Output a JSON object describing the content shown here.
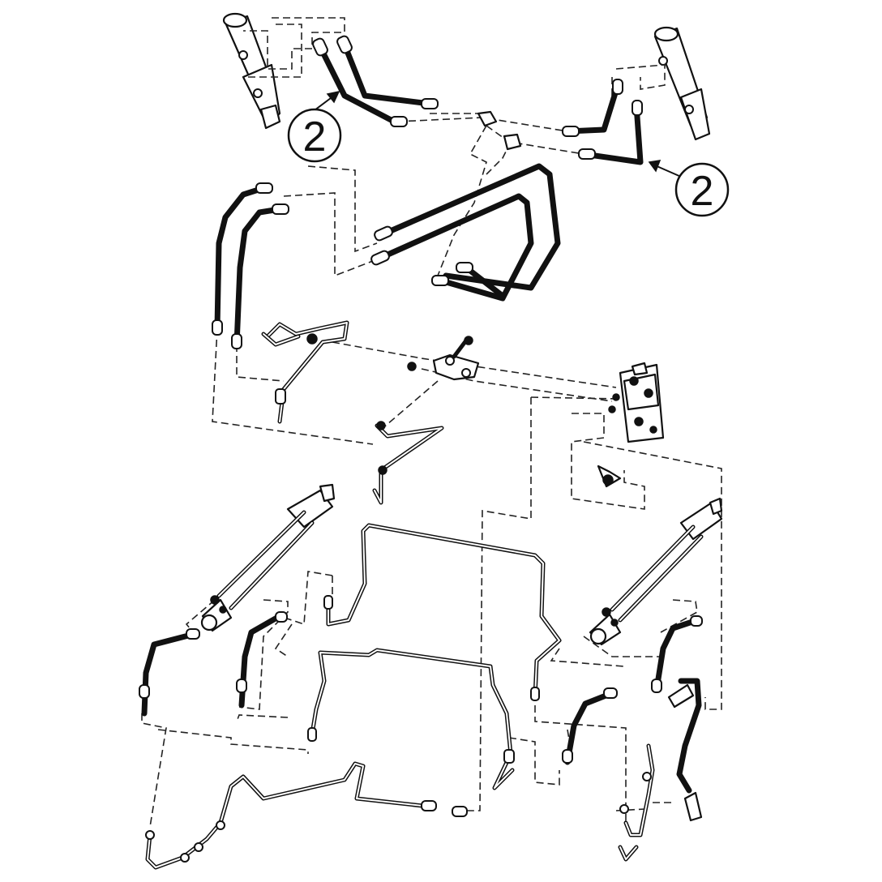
{
  "callouts": [
    {
      "id": "callout-left",
      "label": "2"
    },
    {
      "id": "callout-right",
      "label": "2"
    }
  ]
}
